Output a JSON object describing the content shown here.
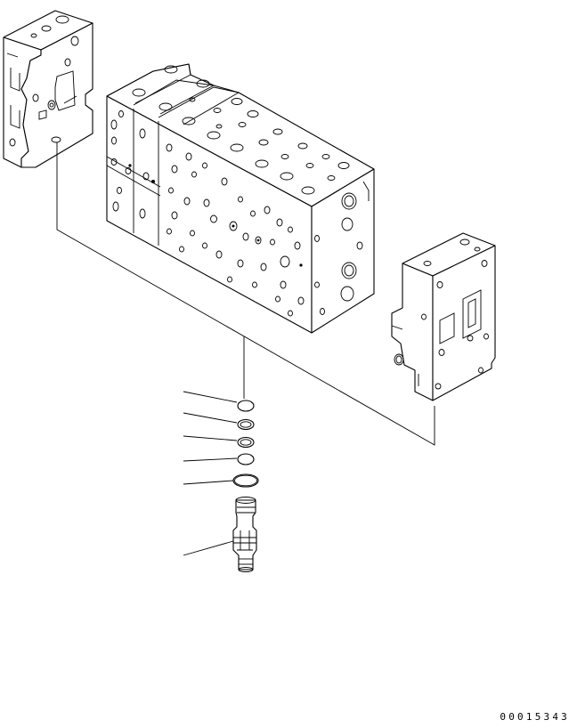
{
  "drawing_number": "00015343",
  "parts": [
    {
      "name": "left-end-cover-block"
    },
    {
      "name": "main-valve-section-stack"
    },
    {
      "name": "right-end-cover-block"
    },
    {
      "name": "backup-ring-1"
    },
    {
      "name": "o-ring-1"
    },
    {
      "name": "backup-ring-2"
    },
    {
      "name": "backup-ring-3"
    },
    {
      "name": "o-ring-2"
    },
    {
      "name": "relief-valve-cartridge"
    }
  ]
}
